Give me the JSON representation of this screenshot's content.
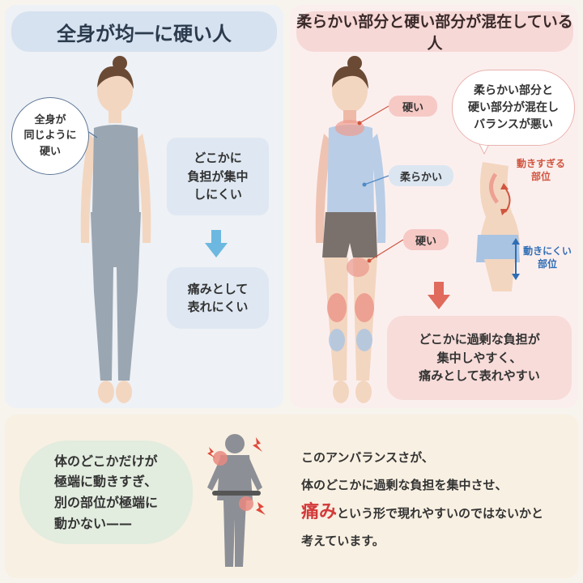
{
  "left_panel": {
    "title": "全身が均一に硬い人",
    "bubble_uniform": [
      "全身が",
      "同じように",
      "硬い"
    ],
    "box_hard_focus": [
      "どこかに",
      "負担が集中",
      "しにくい"
    ],
    "box_hard_pain": [
      "痛みとして",
      "表れにくい"
    ]
  },
  "right_panel": {
    "title": "柔らかい部分と硬い部分が混在している人",
    "tag_hard_upper": "硬い",
    "tag_soft": "柔らかい",
    "tag_hard_lower": "硬い",
    "bubble_imbalance": [
      "柔らかい部分と",
      "硬い部分が混在し",
      "バランスが悪い"
    ],
    "label_overmove": [
      "動きすぎる",
      "部位"
    ],
    "label_undermove": [
      "動きにくい",
      "部位"
    ],
    "box_overload": [
      "どこかに過剰な負担が",
      "集中しやすく、",
      "痛みとして表れやすい"
    ]
  },
  "bottom_panel": {
    "bubble_extreme": [
      "体のどこかだけが",
      "極端に動きすぎ、",
      "別の部位が極端に",
      "動かない——"
    ],
    "explain_line1": "このアンバランスさが、",
    "explain_line2": "体のどこかに過剰な負担を集中させ、",
    "explain_emphasis": "痛み",
    "explain_line3_rest": "という形で現れやすいのではないかと",
    "explain_line4": "考えています。"
  },
  "colors": {
    "hard_red": "#e98a80",
    "soft_blue": "#a9c4e2",
    "accent_red": "#d33a3a",
    "accent_blue": "#2f6db5",
    "arrow_blue": "#6cb8e0",
    "arrow_red": "#e06a5c"
  }
}
